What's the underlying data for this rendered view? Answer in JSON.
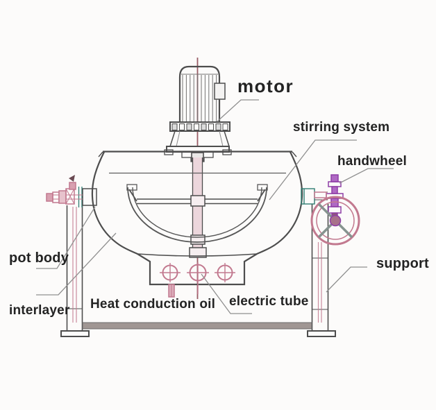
{
  "labels": {
    "motor": "motor",
    "stirring_system": "stirring system",
    "handwheel": "handwheel",
    "pot_body": "pot body",
    "interlayer": "interlayer",
    "heat_conduction_oil": "Heat conduction oil",
    "electric_tube": "electric tube",
    "support": "support"
  },
  "colors": {
    "line": "#4d4d4d",
    "leader_gray": "#8f8f8f",
    "accent_pink": "#c2798f",
    "accent_purple": "#8e3ea6",
    "accent_teal": "#2f7d72",
    "centerline_maroon": "#8f4a55",
    "base_bar_gray": "#a09693",
    "background": "#fcfbfa"
  }
}
